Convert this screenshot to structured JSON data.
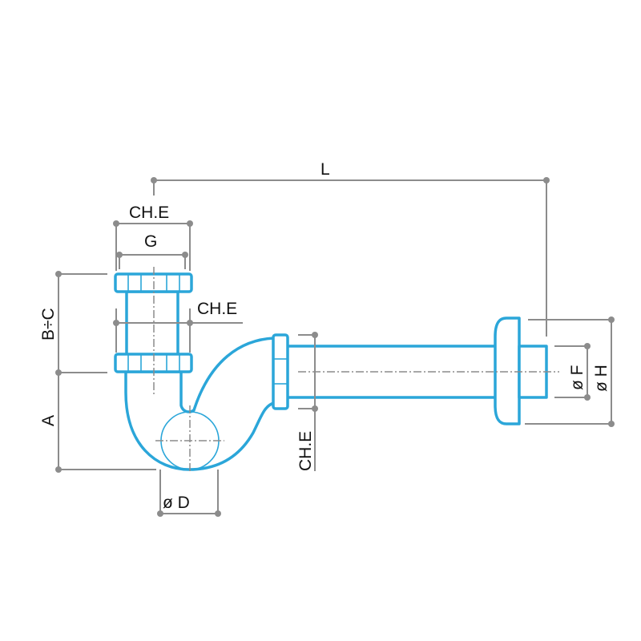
{
  "labels": {
    "L": "L",
    "che_top": "CH.E",
    "G": "G",
    "che_mid": "CH.E",
    "b_c": "B÷C",
    "A": "A",
    "che_outlet": "CH.E",
    "D": "ø D",
    "F": "ø F",
    "H": "ø H"
  },
  "colors": {
    "pipe": "#2ba6d9",
    "dimension": "#8c8c8c"
  }
}
